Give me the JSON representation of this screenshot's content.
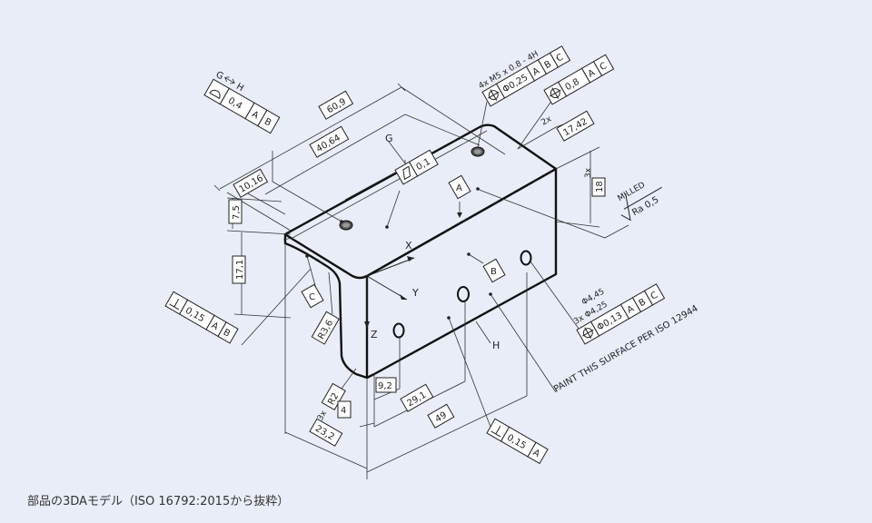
{
  "caption": "部品の3DAモデル（ISO 16792:2015から抜粋）",
  "colors": {
    "background": "#e8edf7",
    "line": "#222222",
    "box_fill": "#ffffff"
  },
  "axes": {
    "x": "X",
    "y": "Y",
    "z": "Z"
  },
  "datums": {
    "a": "A",
    "b": "B",
    "c": "C"
  },
  "surface_labels": {
    "g": "G",
    "h": "H"
  },
  "profile_fcf": {
    "g_label": "G",
    "h_label": "H",
    "symbol": "profile-of-surface",
    "tol": "0,4",
    "ref1": "A",
    "ref2": "B"
  },
  "flatness_fcf": {
    "tol": "0,1"
  },
  "dims": {
    "d60_9": "60,9",
    "d40_64": "40,64",
    "d10_16": "10,16",
    "d7_5": "7,5",
    "d17_1": "17,1",
    "d17_42": "17,42",
    "d18": "18",
    "count_3x": "3x",
    "count_2x": "2x",
    "r3_6": "R3,6",
    "r2": "R2",
    "r2_count": "3x",
    "d9_2": "9,2",
    "d4": "4",
    "d29_1": "29,1",
    "d49": "49",
    "d23_2": "23,2"
  },
  "thread_callout": {
    "text": "4x M5 x 0.8 - 4H",
    "tol": "Φ0,25",
    "ref1": "A",
    "ref2": "B",
    "ref3": "C"
  },
  "position_fcf_top": {
    "tol": "0,8",
    "ref1": "A",
    "ref2": "C"
  },
  "surface_finish": {
    "process": "MILLED",
    "value": "Ra 0,5"
  },
  "perp_left": {
    "tol": "0,15",
    "ref1": "A",
    "ref2": "B"
  },
  "perp_bottom": {
    "tol": "0,15",
    "ref1": "A"
  },
  "holes_callout": {
    "line1": "Φ4,45",
    "line2": "3x Φ4,25",
    "tol": "Φ0,13",
    "ref1": "A",
    "ref2": "B",
    "ref3": "C"
  },
  "paint_note": "PAINT THIS SURFACE PER ISO 12944"
}
